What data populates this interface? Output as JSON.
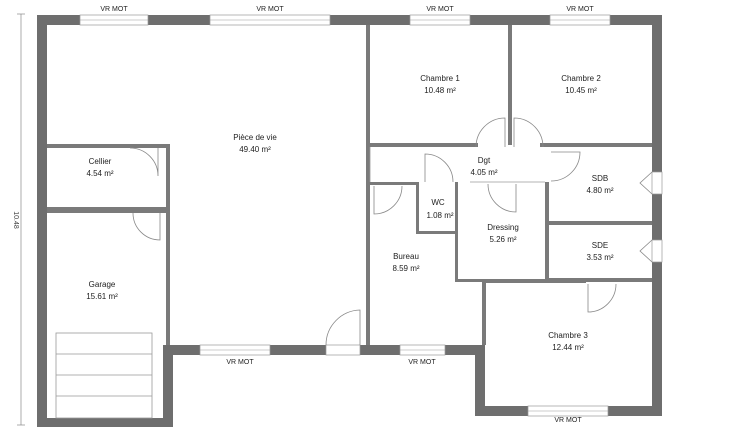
{
  "rooms": [
    {
      "name": "Pièce de vie",
      "area": "49.40 m²"
    },
    {
      "name": "Cellier",
      "area": "4.54 m²"
    },
    {
      "name": "Garage",
      "area": "15.61 m²"
    },
    {
      "name": "Chambre 1",
      "area": "10.48 m²"
    },
    {
      "name": "Chambre 2",
      "area": "10.45 m²"
    },
    {
      "name": "Dgt",
      "area": "4.05 m²"
    },
    {
      "name": "WC",
      "area": "1.08 m²"
    },
    {
      "name": "Dressing",
      "area": "5.26 m²"
    },
    {
      "name": "SDB",
      "area": "4.80 m²"
    },
    {
      "name": "SDE",
      "area": "3.53 m²"
    },
    {
      "name": "Bureau",
      "area": "8.59 m²"
    },
    {
      "name": "Chambre 3",
      "area": "12.44 m²"
    }
  ],
  "windows": {
    "top1": "VR MOT",
    "top2": "VR MOT",
    "top3": "VR MOT",
    "top4": "VR MOT",
    "bottom1": "VR MOT",
    "bottom2": "VR MOT",
    "bottom3": "VR MOT"
  },
  "dimension": "10.48",
  "colors": {
    "wall": "#6e6e6e",
    "partition": "#7a7a7a",
    "line": "#999999"
  }
}
